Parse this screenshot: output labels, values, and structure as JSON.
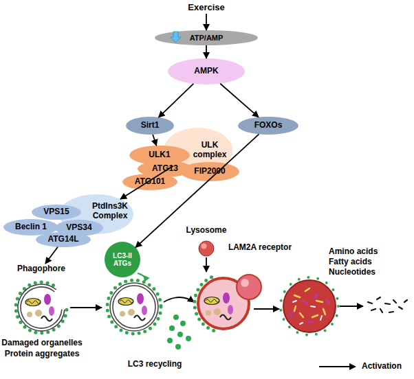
{
  "diagram": {
    "nodes": [
      {
        "text": [
          "Exercise"
        ]
      },
      {
        "text": [
          "ATP/AMP"
        ]
      },
      {
        "text": [
          "AMPK"
        ]
      },
      {
        "text": [
          "Sirt1"
        ]
      },
      {
        "text": [
          "FOXOs"
        ]
      },
      {
        "text": [
          "ULK complex"
        ]
      },
      {
        "text": [
          "ULK1"
        ]
      },
      {
        "text": [
          "ATG13"
        ]
      },
      {
        "text": [
          "FIP2000"
        ]
      },
      {
        "text": [
          "ATG101"
        ]
      },
      {
        "text": [
          "PtdIns3K Complex"
        ]
      },
      {
        "text": [
          "VPS15"
        ]
      },
      {
        "text": [
          "Beclin 1"
        ]
      },
      {
        "text": [
          "VPS34"
        ]
      },
      {
        "text": [
          "ATG14L"
        ]
      },
      {
        "text": [
          "Phagophore"
        ]
      },
      {
        "text": [
          "LC3-II ATGs"
        ]
      }
    ],
    "edges": [
      {
        "from": 0,
        "to": 1,
        "arrow": "to"
      },
      {
        "from": 1,
        "to": 2,
        "arrow": "to"
      },
      {
        "from": 2,
        "to": 3,
        "arrow": "to"
      },
      {
        "from": 2,
        "to": 4,
        "arrow": "to"
      },
      {
        "from": 3,
        "to": 6,
        "arrow": "to"
      },
      {
        "from": 5,
        "to": 10,
        "arrow": "to"
      },
      {
        "from": 14,
        "to": 15,
        "arrow": "to"
      },
      {
        "from": 4,
        "to": 16,
        "arrow": "to"
      }
    ],
    "labels": [
      "Lysosome",
      "LAM2A receptor",
      "Amino acids",
      "Fatty acids",
      "Nucleotides",
      "Damaged organelles",
      "Protein aggregates",
      "LC3 recycling"
    ],
    "legend": [
      {
        "text": "Activation"
      }
    ]
  }
}
